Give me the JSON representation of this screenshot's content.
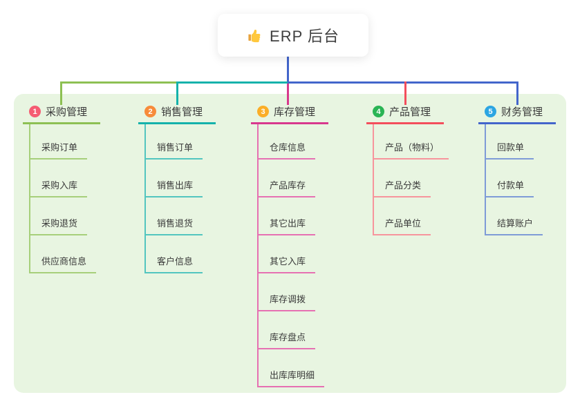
{
  "root": {
    "icon": "thumbs-up-icon",
    "label": "ERP 后台"
  },
  "canvas": {
    "background": "#FFFFFF",
    "panel_background": "#E8F5E1",
    "trunk_color": "#4365CB"
  },
  "branches": [
    {
      "num": "1",
      "label": "采购管理",
      "badge_color": "#F55C72",
      "line_color": "#8DC053",
      "child_line_color": "#A6CF7A",
      "children": [
        "采购订单",
        "采购入库",
        "采购退货",
        "供应商信息"
      ]
    },
    {
      "num": "2",
      "label": "销售管理",
      "badge_color": "#F78B3A",
      "line_color": "#14B2AB",
      "child_line_color": "#52C5BF",
      "children": [
        "销售订单",
        "销售出库",
        "销售退货",
        "客户信息"
      ]
    },
    {
      "num": "3",
      "label": "库存管理",
      "badge_color": "#FBAE27",
      "line_color": "#D8388D",
      "child_line_color": "#E670B2",
      "children": [
        "仓库信息",
        "产品库存",
        "其它出库",
        "其它入库",
        "库存调拨",
        "库存盘点",
        "出库库明细"
      ]
    },
    {
      "num": "4",
      "label": "产品管理",
      "badge_color": "#2AB454",
      "line_color": "#F34E5C",
      "child_line_color": "#F7949C",
      "children": [
        "产品（物料）",
        "产品分类",
        "产品单位"
      ]
    },
    {
      "num": "5",
      "label": "财务管理",
      "badge_color": "#2CA5E2",
      "line_color": "#4365CB",
      "child_line_color": "#7E9BD7",
      "children": [
        "回款单",
        "付款单",
        "结算账户"
      ]
    }
  ]
}
